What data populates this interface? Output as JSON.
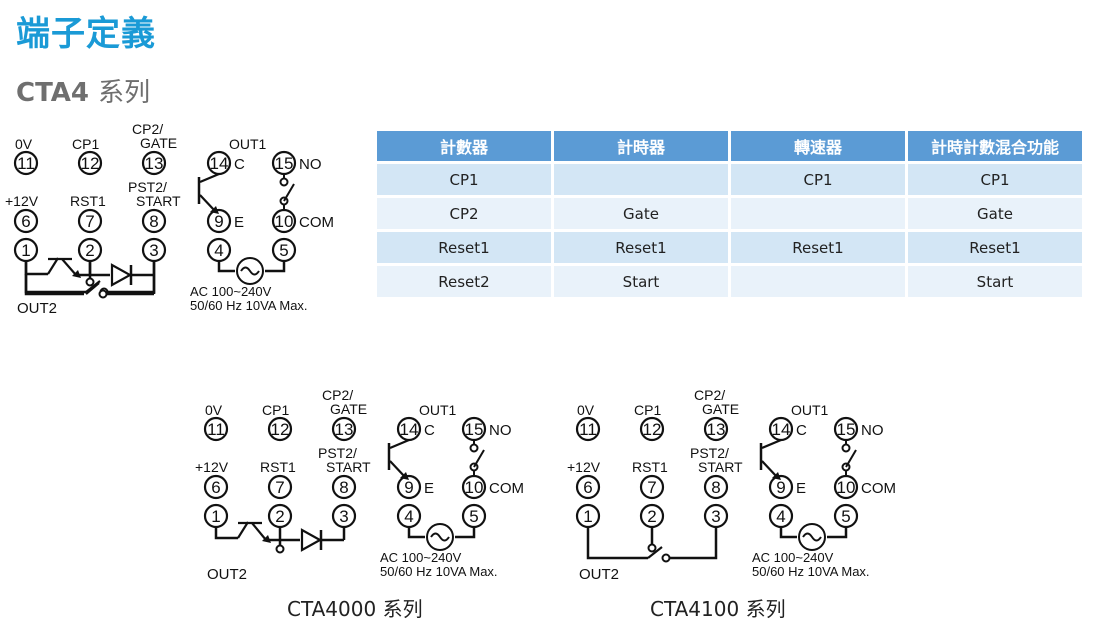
{
  "page": {
    "title": "端子定義",
    "subtitle_model": "CTA4",
    "subtitle_suffix": "系列"
  },
  "table": {
    "headers": [
      "計數器",
      "計時器",
      "轉速器",
      "計時計數混合功能"
    ],
    "rows": [
      [
        "CP1",
        "",
        "CP1",
        "CP1"
      ],
      [
        "CP2",
        "Gate",
        "",
        "Gate"
      ],
      [
        "Reset1",
        "Reset1",
        "Reset1",
        "Reset1"
      ],
      [
        "Reset2",
        "Start",
        "",
        "Start"
      ]
    ]
  },
  "diagram_labels": {
    "zero_v": "0V",
    "cp1": "CP1",
    "cp2_line1": "CP2/",
    "cp2_line2": "GATE",
    "plus12v": "+12V",
    "rst1": "RST1",
    "pst2_line1": "PST2/",
    "pst2_line2": "START",
    "out1": "OUT1",
    "c": "C",
    "e": "E",
    "no": "NO",
    "com": "COM",
    "out2": "OUT2",
    "power_line1": "AC 100~240V",
    "power_line2": "50/60 Hz 10VA Max.",
    "terminals": [
      "1",
      "2",
      "3",
      "4",
      "5",
      "6",
      "7",
      "8",
      "9",
      "10",
      "11",
      "12",
      "13",
      "14",
      "15"
    ]
  },
  "captions": {
    "cta4000": "CTA4000 系列",
    "cta4100": "CTA4100 系列"
  }
}
